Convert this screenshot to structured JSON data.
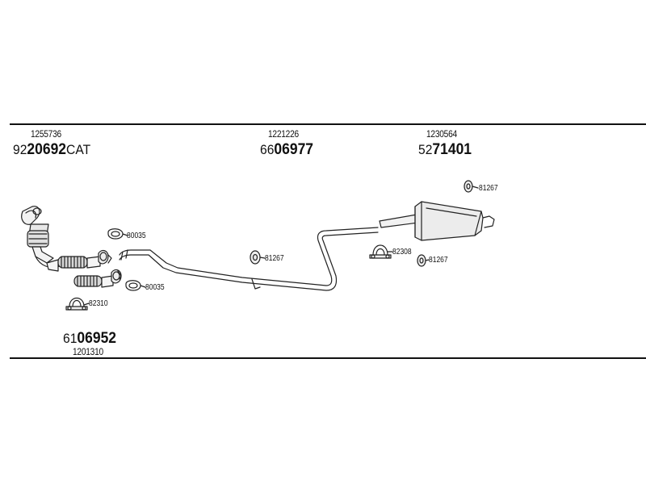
{
  "parts": {
    "front_cat": {
      "ref": "1255736",
      "code_prefix": "92",
      "code_main": "20692",
      "code_suffix": "CAT"
    },
    "middle_pipe": {
      "ref": "1221226",
      "code_prefix": "66",
      "code_main": "06977"
    },
    "rear_muffler": {
      "ref": "1230564",
      "code_prefix": "52",
      "code_main": "71401"
    },
    "front_pipe": {
      "ref": "1201310",
      "code_prefix": "61",
      "code_main": "06952"
    }
  },
  "callouts": {
    "gasket_upper": "80035",
    "gasket_lower": "80035",
    "clamp_left": "82310",
    "hanger_middle": "81267",
    "clamp_right": "82308",
    "hanger_rear": "81267",
    "hanger_top": "81267"
  }
}
